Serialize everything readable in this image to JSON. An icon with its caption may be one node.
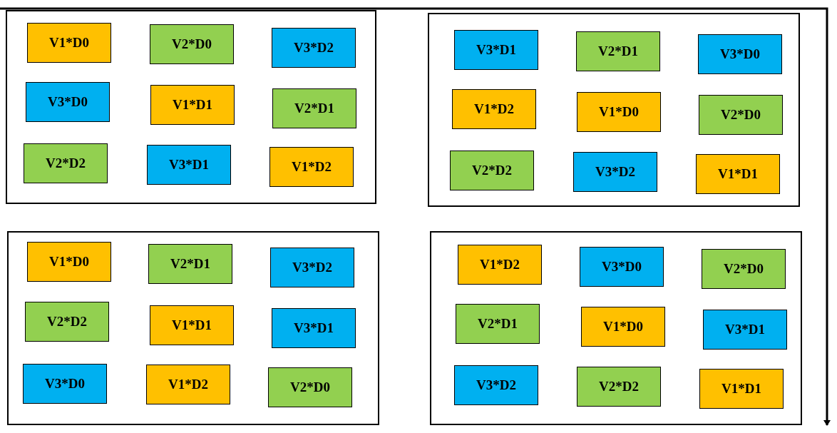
{
  "diagram": {
    "nodes": [
      {
        "text": [],
        "shape": "box"
      },
      {
        "text": [
          "V1*D0"
        ],
        "in": 0
      },
      {
        "text": [
          "V2*D0"
        ],
        "in": 0
      },
      {
        "text": [
          "V3*D2"
        ],
        "in": 0
      },
      {
        "text": [
          "V3*D0"
        ],
        "in": 0
      },
      {
        "text": [
          "V1*D1"
        ],
        "in": 0
      },
      {
        "text": [
          "V2*D1"
        ],
        "in": 0
      },
      {
        "text": [
          "V2*D2"
        ],
        "in": 0
      },
      {
        "text": [
          "V3*D1"
        ],
        "in": 0
      },
      {
        "text": [
          "V1*D2"
        ],
        "in": 0
      },
      {
        "text": [],
        "shape": "box"
      },
      {
        "text": [
          "V3*D1"
        ],
        "in": 10
      },
      {
        "text": [
          "V2*D1"
        ],
        "in": 10
      },
      {
        "text": [
          "V3*D0"
        ],
        "in": 10
      },
      {
        "text": [
          "V1*D2"
        ],
        "in": 10
      },
      {
        "text": [
          "V1*D0"
        ],
        "in": 10
      },
      {
        "text": [
          "V2*D0"
        ],
        "in": 10
      },
      {
        "text": [
          "V2*D2"
        ],
        "in": 10
      },
      {
        "text": [
          "V3*D2"
        ],
        "in": 10
      },
      {
        "text": [
          "V1*D1"
        ],
        "in": 10
      },
      {
        "text": [],
        "shape": "box"
      },
      {
        "text": [
          "V1*D0"
        ],
        "in": 20
      },
      {
        "text": [
          "V2*D1"
        ],
        "in": 20
      },
      {
        "text": [
          "V3*D2"
        ],
        "in": 20
      },
      {
        "text": [
          "V2*D2"
        ],
        "in": 20
      },
      {
        "text": [
          "V1*D1"
        ],
        "in": 20
      },
      {
        "text": [
          "V3*D1"
        ],
        "in": 20
      },
      {
        "text": [
          "V3*D0"
        ],
        "in": 20
      },
      {
        "text": [
          "V1*D2"
        ],
        "in": 20
      },
      {
        "text": [
          "V2*D0"
        ],
        "in": 20
      },
      {
        "text": [],
        "shape": "box"
      },
      {
        "text": [
          "V1*D2"
        ],
        "in": 30
      },
      {
        "text": [
          "V3*D0"
        ],
        "in": 30
      },
      {
        "text": [
          "V2*D0"
        ],
        "in": 30
      },
      {
        "text": [
          "V2*D1"
        ],
        "in": 30
      },
      {
        "text": [
          "V1*D0"
        ],
        "in": 30
      },
      {
        "text": [
          "V3*D1"
        ],
        "in": 30
      },
      {
        "text": [
          "V3*D2"
        ],
        "in": 30
      },
      {
        "text": [
          "V2*D2"
        ],
        "in": 30
      },
      {
        "text": [
          "V1*D1"
        ],
        "in": 30
      }
    ]
  }
}
